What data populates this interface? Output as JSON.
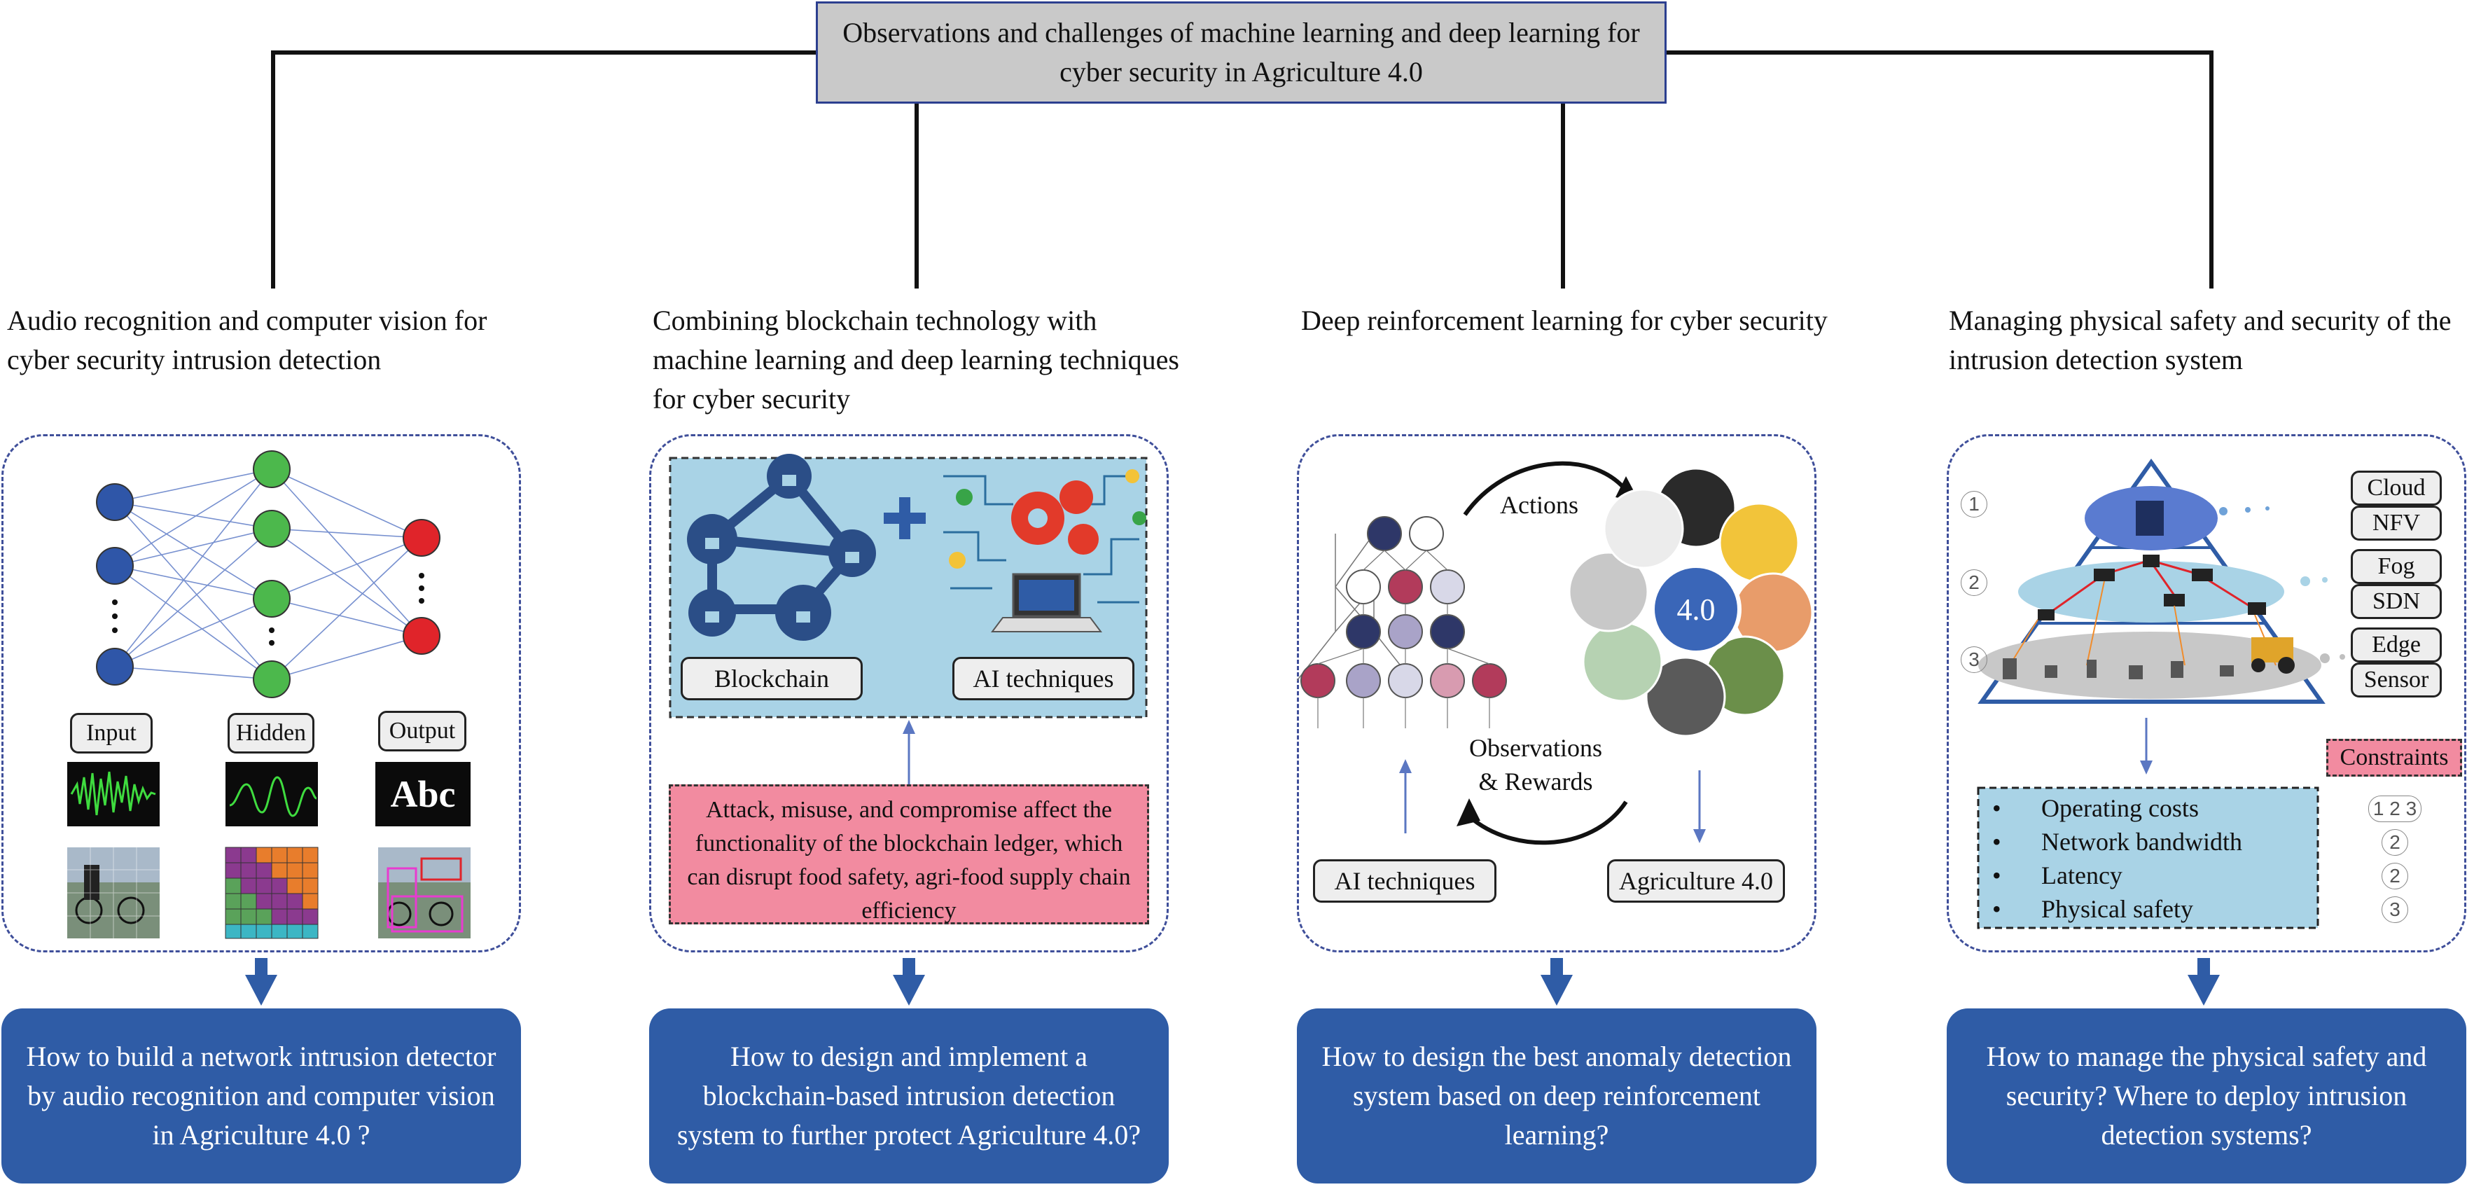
{
  "title": "Observations and challenges of machine learning and deep learning for cyber security in Agriculture 4.0",
  "columns": [
    {
      "heading": "Audio recognition and computer vision for cyber security intrusion detection",
      "question": "How to build a network intrusion detector by audio recognition and computer vision in Agriculture 4.0 ?",
      "labels": {
        "input": "Input",
        "hidden": "Hidden",
        "output": "Output",
        "abc": "Abc"
      }
    },
    {
      "heading": "Combining blockchain technology with machine learning and deep learning techniques for cyber security",
      "question": "How to design and implement a blockchain-based intrusion detection system to further protect Agriculture 4.0?",
      "labels": {
        "blockchain": "Blockchain",
        "ai": "AI techniques"
      },
      "note": "Attack, misuse, and compromise affect the functionality of the blockchain ledger, which can disrupt food safety, agri-food supply chain efficiency"
    },
    {
      "heading": "Deep reinforcement learning for cyber security",
      "question": "How to design the best anomaly detection system based on deep reinforcement learning?",
      "labels": {
        "actions": "Actions",
        "observations": "Observations & Rewards",
        "ai": "AI techniques",
        "agri": "Agriculture 4.0",
        "center": "4.0"
      }
    },
    {
      "heading": "Managing physical safety and security of the intrusion detection system",
      "question": "How to manage the physical safety and security? Where to deploy intrusion detection systems?",
      "layers": [
        "Cloud",
        "NFV",
        "Fog",
        "SDN",
        "Edge",
        "Sensor"
      ],
      "level_numbers": [
        "1",
        "2",
        "3"
      ],
      "constraints_label": "Constraints",
      "constraints": [
        {
          "name": "Operating costs",
          "levels": "1 2 3"
        },
        {
          "name": "Network bandwidth",
          "levels": "2"
        },
        {
          "name": "Latency",
          "levels": "2"
        },
        {
          "name": "Physical safety",
          "levels": "3"
        }
      ]
    }
  ],
  "colors": {
    "question_bg": "#2f5ca6",
    "title_bg": "#c9c9c9",
    "pink": "#f28ba0",
    "light_blue": "#a9d3e6",
    "node_blue": "#2f56a8",
    "node_green": "#4cb84c",
    "node_red": "#e0242a"
  }
}
